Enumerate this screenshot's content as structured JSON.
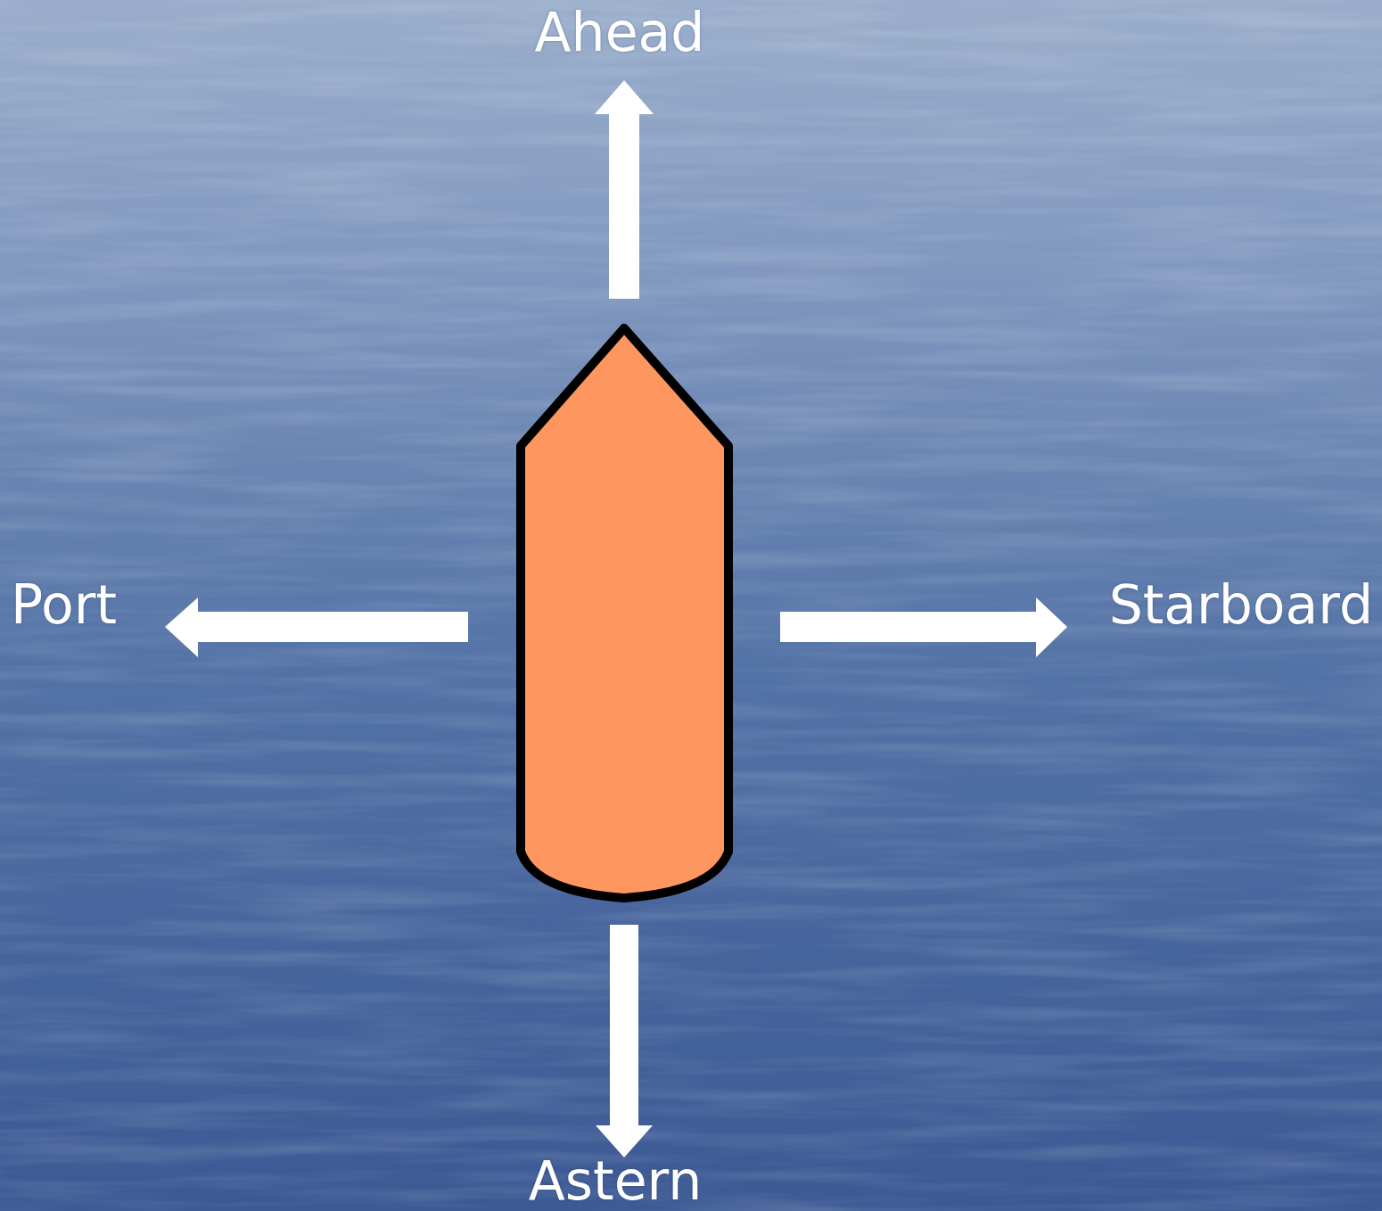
{
  "diagram": {
    "labels": [
      "Ahead",
      "Port",
      "Starboard",
      "Astern"
    ]
  }
}
